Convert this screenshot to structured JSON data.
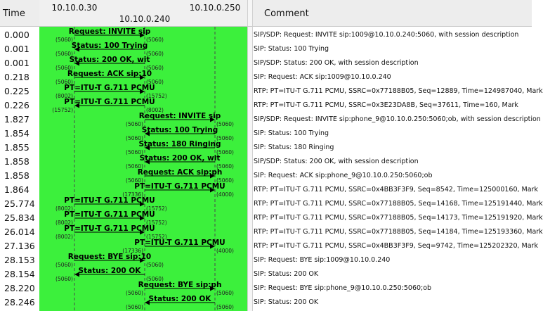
{
  "columns": {
    "time": "Time",
    "comment": "Comment"
  },
  "hosts": [
    "10.10.0.30",
    "10.10.0.240",
    "10.10.0.250"
  ],
  "graph_bg": "#3cf03c",
  "rows": [
    {
      "time": "0.000",
      "from": 0,
      "to": 1,
      "label": "Request: INVITE sip",
      "src_port": "(5060)",
      "dst_port": "(5060)",
      "comment": "SIP/SDP: Request: INVITE sip:1009@10.10.0.240:5060, with session description"
    },
    {
      "time": "0.001",
      "from": 1,
      "to": 0,
      "label": "Status: 100 Trying",
      "src_port": "(5060)",
      "dst_port": "(5060)",
      "comment": "SIP: Status: 100 Trying"
    },
    {
      "time": "0.001",
      "from": 1,
      "to": 0,
      "label": "Status: 200 OK, wit",
      "src_port": "(5060)",
      "dst_port": "(5060)",
      "comment": "SIP/SDP: Status: 200 OK, with session description"
    },
    {
      "time": "0.218",
      "from": 0,
      "to": 1,
      "label": "Request: ACK sip:10",
      "src_port": "(5060)",
      "dst_port": "(5060)",
      "comment": "SIP: Request: ACK sip:1009@10.10.0.240"
    },
    {
      "time": "0.225",
      "from": 0,
      "to": 1,
      "label": "PT=ITU-T G.711 PCMU",
      "src_port": "(8002)",
      "dst_port": "(15752)",
      "comment": "RTP: PT=ITU-T G.711 PCMU, SSRC=0x77188B05, Seq=12889, Time=124987040, Mark"
    },
    {
      "time": "0.226",
      "from": 1,
      "to": 0,
      "label": "PT=ITU-T G.711 PCMU",
      "src_port": "(8002)",
      "dst_port": "(15752)",
      "comment": "RTP: PT=ITU-T G.711 PCMU, SSRC=0x3E23DA8B, Seq=37611, Time=160, Mark"
    },
    {
      "time": "1.827",
      "from": 1,
      "to": 2,
      "label": "Request: INVITE sip",
      "src_port": "(5060)",
      "dst_port": "(5060)",
      "comment": "SIP/SDP: Request: INVITE sip:phone_9@10.10.0.250:5060;ob, with session description"
    },
    {
      "time": "1.854",
      "from": 2,
      "to": 1,
      "label": "Status: 100 Trying",
      "src_port": "(5060)",
      "dst_port": "(5060)",
      "comment": "SIP: Status: 100 Trying"
    },
    {
      "time": "1.855",
      "from": 2,
      "to": 1,
      "label": "Status: 180 Ringing",
      "src_port": "(5060)",
      "dst_port": "(5060)",
      "comment": "SIP: Status: 180 Ringing"
    },
    {
      "time": "1.858",
      "from": 2,
      "to": 1,
      "label": "Status: 200 OK, wit",
      "src_port": "(5060)",
      "dst_port": "(5060)",
      "comment": "SIP/SDP: Status: 200 OK, with session description"
    },
    {
      "time": "1.858",
      "from": 1,
      "to": 2,
      "label": "Request: ACK sip:ph",
      "src_port": "(5060)",
      "dst_port": "(5060)",
      "comment": "SIP: Request: ACK sip:phone_9@10.10.0.250:5060;ob"
    },
    {
      "time": "1.864",
      "from": 1,
      "to": 2,
      "label": "PT=ITU-T G.711 PCMU",
      "src_port": "(17336)",
      "dst_port": "(4000)",
      "comment": "RTP: PT=ITU-T G.711 PCMU, SSRC=0x4BB3F3F9, Seq=8542, Time=125000160, Mark"
    },
    {
      "time": "25.774",
      "from": 0,
      "to": 1,
      "label": "PT=ITU-T G.711 PCMU",
      "src_port": "(8002)",
      "dst_port": "(15752)",
      "comment": "RTP: PT=ITU-T G.711 PCMU, SSRC=0x77188B05, Seq=14168, Time=125191440, Mark"
    },
    {
      "time": "25.834",
      "from": 0,
      "to": 1,
      "label": "PT=ITU-T G.711 PCMU",
      "src_port": "(8002)",
      "dst_port": "(15752)",
      "comment": "RTP: PT=ITU-T G.711 PCMU, SSRC=0x77188B05, Seq=14173, Time=125191920, Mark"
    },
    {
      "time": "26.014",
      "from": 0,
      "to": 1,
      "label": "PT=ITU-T G.711 PCMU",
      "src_port": "(8002)",
      "dst_port": "(15752)",
      "comment": "RTP: PT=ITU-T G.711 PCMU, SSRC=0x77188B05, Seq=14184, Time=125193360, Mark"
    },
    {
      "time": "27.136",
      "from": 1,
      "to": 2,
      "label": "PT=ITU-T G.711 PCMU",
      "src_port": "(17336)",
      "dst_port": "(4000)",
      "comment": "RTP: PT=ITU-T G.711 PCMU, SSRC=0x4BB3F3F9, Seq=9742, Time=125202320, Mark"
    },
    {
      "time": "28.153",
      "from": 0,
      "to": 1,
      "label": "Request: BYE sip:10",
      "src_port": "(5060)",
      "dst_port": "(5060)",
      "comment": "SIP: Request: BYE sip:1009@10.10.0.240"
    },
    {
      "time": "28.154",
      "from": 1,
      "to": 0,
      "label": "Status: 200 OK",
      "src_port": "(5060)",
      "dst_port": "(5060)",
      "comment": "SIP: Status: 200 OK"
    },
    {
      "time": "28.220",
      "from": 1,
      "to": 2,
      "label": "Request: BYE sip:ph",
      "src_port": "(5060)",
      "dst_port": "(5060)",
      "comment": "SIP: Request: BYE sip:phone_9@10.10.0.250:5060;ob"
    },
    {
      "time": "28.246",
      "from": 2,
      "to": 1,
      "label": "Status: 200 OK",
      "src_port": "(5060)",
      "dst_port": "(5060)",
      "comment": "SIP: Status: 200 OK"
    }
  ]
}
